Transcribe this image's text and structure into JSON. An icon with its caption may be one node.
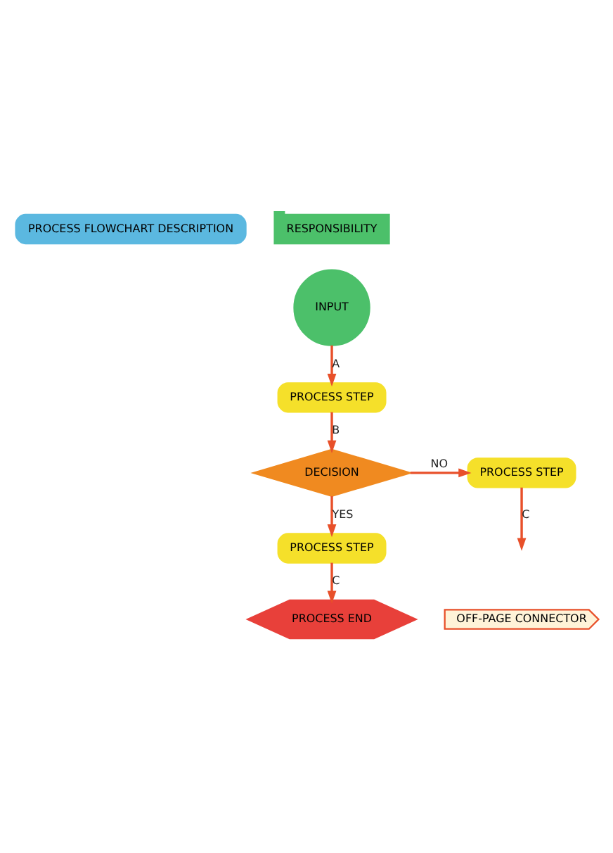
{
  "diagram": {
    "nodes": [
      {
        "text": [
          "PROCESS FLOWCHART DESCRIPTION"
        ]
      },
      {
        "text": [
          "RESPONSIBILITY"
        ]
      },
      {
        "text": [
          "INPUT"
        ]
      },
      {
        "text": [
          "PROCESS STEP"
        ]
      },
      {
        "text": [
          "DECISION"
        ]
      },
      {
        "text": [
          "PROCESS STEP"
        ]
      },
      {
        "text": [
          "PROCESS STEP"
        ]
      },
      {
        "text": [
          "PROCESS END"
        ]
      },
      {
        "text": [
          "OFF-PAGE CONNECTOR"
        ]
      }
    ],
    "edges": [
      {
        "from": 2,
        "to": 3,
        "arrow": "to",
        "label": "A"
      },
      {
        "from": 3,
        "to": 4,
        "arrow": "to",
        "label": "B"
      },
      {
        "from": 4,
        "to": 5,
        "arrow": "to",
        "label": "NO"
      },
      {
        "from": 4,
        "to": 6,
        "arrow": "to",
        "label": "YES"
      },
      {
        "from": 5,
        "to": null,
        "arrow": "to",
        "label": "C"
      },
      {
        "from": 6,
        "to": 7,
        "arrow": "to",
        "label": "C"
      }
    ]
  }
}
